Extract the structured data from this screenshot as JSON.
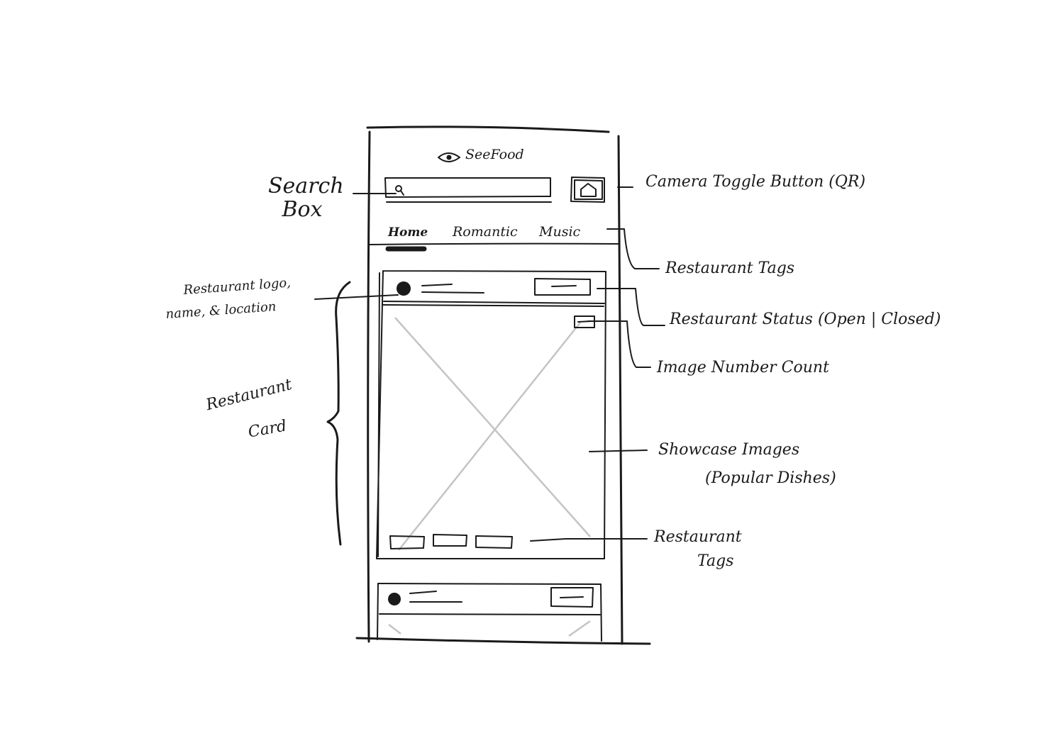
{
  "app": {
    "name": "SeeFood"
  },
  "tabs": [
    {
      "label": "Home"
    },
    {
      "label": "Romantic"
    },
    {
      "label": "Music"
    }
  ],
  "annotations": {
    "search_box": "Search Box",
    "camera_toggle": "Camera Toggle Button (QR)",
    "restaurant_tags_nav": "Restaurant Tags",
    "restaurant_logo_line1": "Restaurant logo,",
    "restaurant_logo_line2": "name, & location",
    "restaurant_status": "Restaurant Status (Open | Closed)",
    "image_number_count": "Image Number Count",
    "restaurant_card_line1": "Restaurant",
    "restaurant_card_line2": "Card",
    "showcase_images_line1": "Showcase Images",
    "showcase_images_line2": "(Popular Dishes)",
    "restaurant_tags_card_line1": "Restaurant",
    "restaurant_tags_card_line2": "Tags"
  },
  "icons": {
    "logo": "eye-icon",
    "search": "search-icon",
    "camera": "camera-icon"
  }
}
